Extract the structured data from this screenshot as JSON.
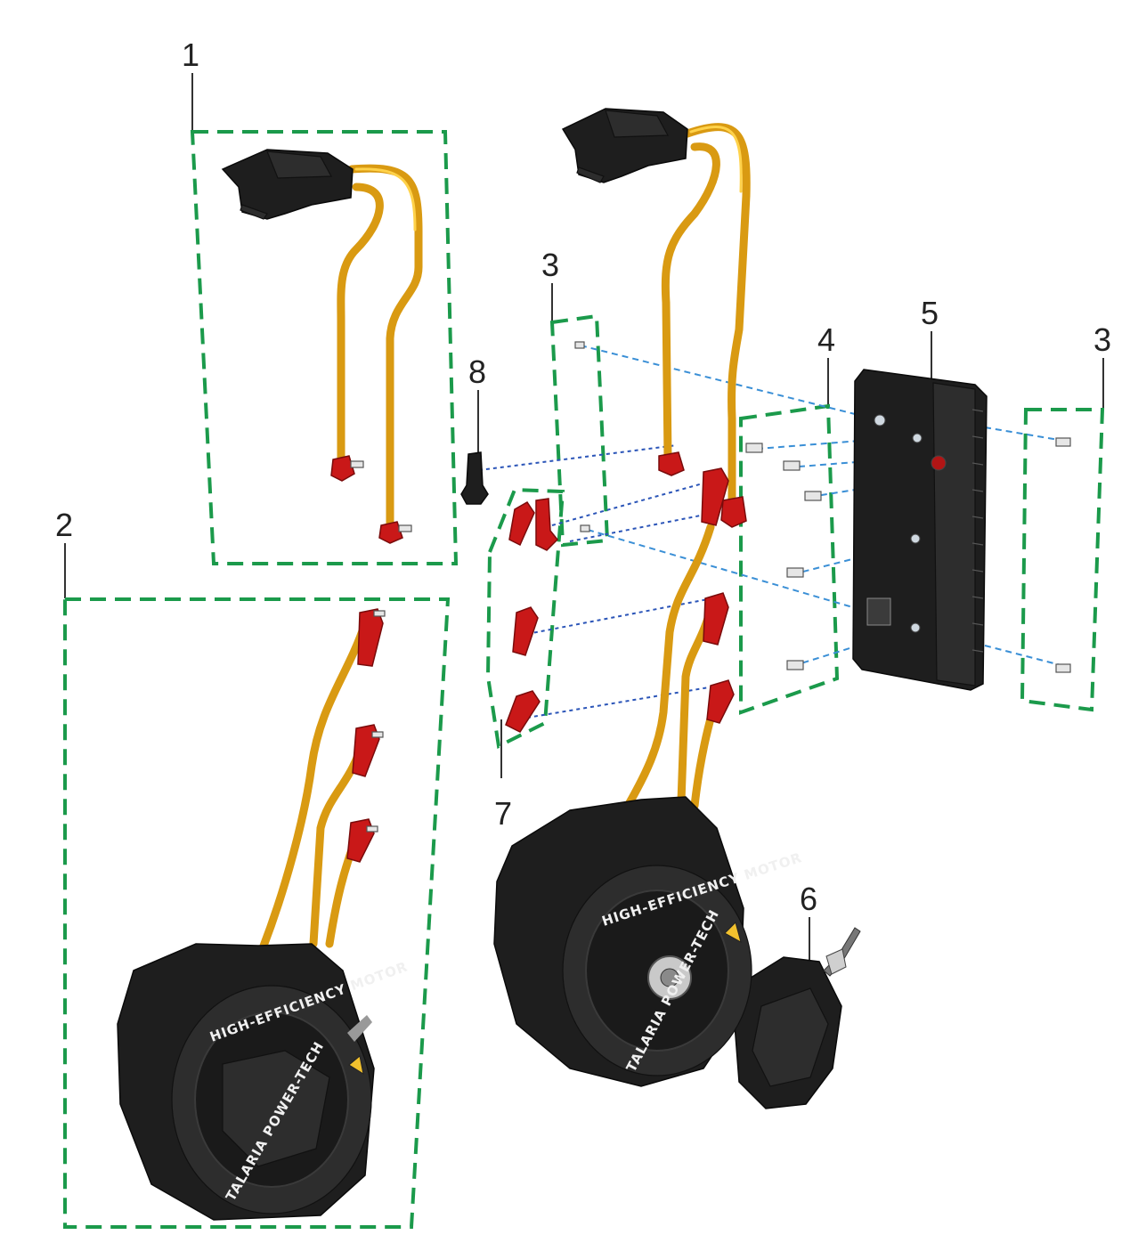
{
  "callouts": {
    "c1": "1",
    "c2": "2",
    "c3a": "3",
    "c3b": "3",
    "c4": "4",
    "c5": "5",
    "c6": "6",
    "c7": "7",
    "c8": "8"
  },
  "motor_labels": {
    "left_top": "HIGH-EFFICIENCY MOTOR",
    "left_bottom": "TALARIA POWER-TECH",
    "right_top": "HIGH-EFFICIENCY MOTOR",
    "right_bottom": "TALARIA POWER-TECH"
  },
  "colors": {
    "group_box": "#1b9a4b",
    "leader": "#3a8fd6",
    "cable": "#d99a12",
    "lug": "#c91818",
    "housing": "#1e1e1e"
  }
}
